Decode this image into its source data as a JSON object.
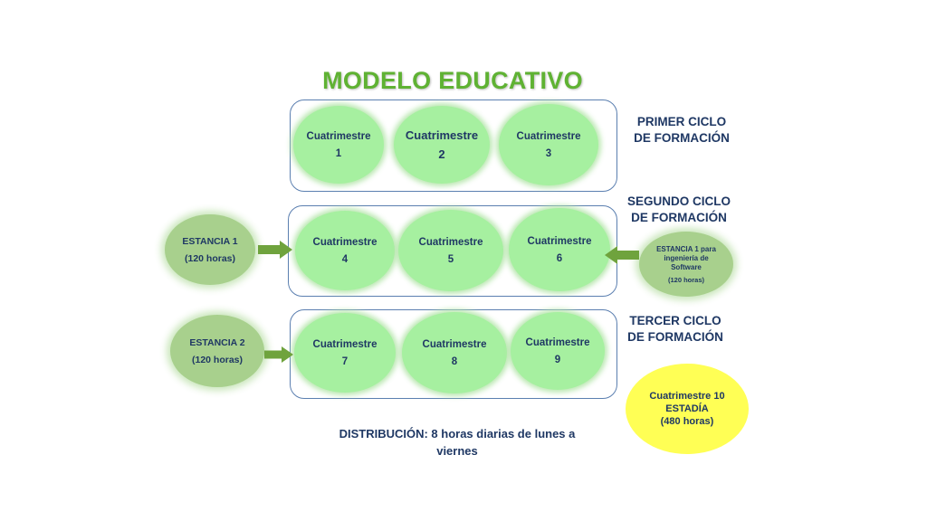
{
  "title": "MODELO EDUCATIVO",
  "cycles": [
    {
      "label_line1": "PRIMER CICLO",
      "label_line2": "DE FORMACIÓN"
    },
    {
      "label_line1": "SEGUNDO CICLO",
      "label_line2": "DE FORMACIÓN"
    },
    {
      "label_line1": "TERCER CICLO",
      "label_line2": "DE FORMACIÓN"
    }
  ],
  "quarters": [
    {
      "label": "Cuatrimestre",
      "number": "1"
    },
    {
      "label": "Cuatrimestre",
      "number": "2"
    },
    {
      "label": "Cuatrimestre",
      "number": "3"
    },
    {
      "label": "Cuatrimestre",
      "number": "4"
    },
    {
      "label": "Cuatrimestre",
      "number": "5"
    },
    {
      "label": "Cuatrimestre",
      "number": "6"
    },
    {
      "label": "Cuatrimestre",
      "number": "7"
    },
    {
      "label": "Cuatrimestre",
      "number": "8"
    },
    {
      "label": "Cuatrimestre",
      "number": "9"
    }
  ],
  "stays": {
    "estancia1": {
      "label": "ESTANCIA 1",
      "hours": "(120 horas)"
    },
    "estancia1_software": {
      "label_line1": "ESTANCIA 1 para",
      "label_line2": "ingeniería de",
      "label_line3": "Software",
      "hours": "(120 horas)"
    },
    "estancia2": {
      "label": "ESTANCIA 2",
      "hours": "(120 horas)"
    }
  },
  "final": {
    "line1": "Cuatrimestre 10",
    "line2": "ESTADÍA",
    "line3": "(480 horas)"
  },
  "distribution": {
    "line1": "DISTRIBUCIÓN: 8 horas diarias de lunes a",
    "line2": "viernes"
  },
  "colors": {
    "title": "#5fb233",
    "oval": "#a6f0a0",
    "stay": "#a8d08d",
    "final": "#ffff55",
    "text": "#1f3864",
    "arrow": "#6fa33d",
    "border": "#5b7fb0"
  }
}
